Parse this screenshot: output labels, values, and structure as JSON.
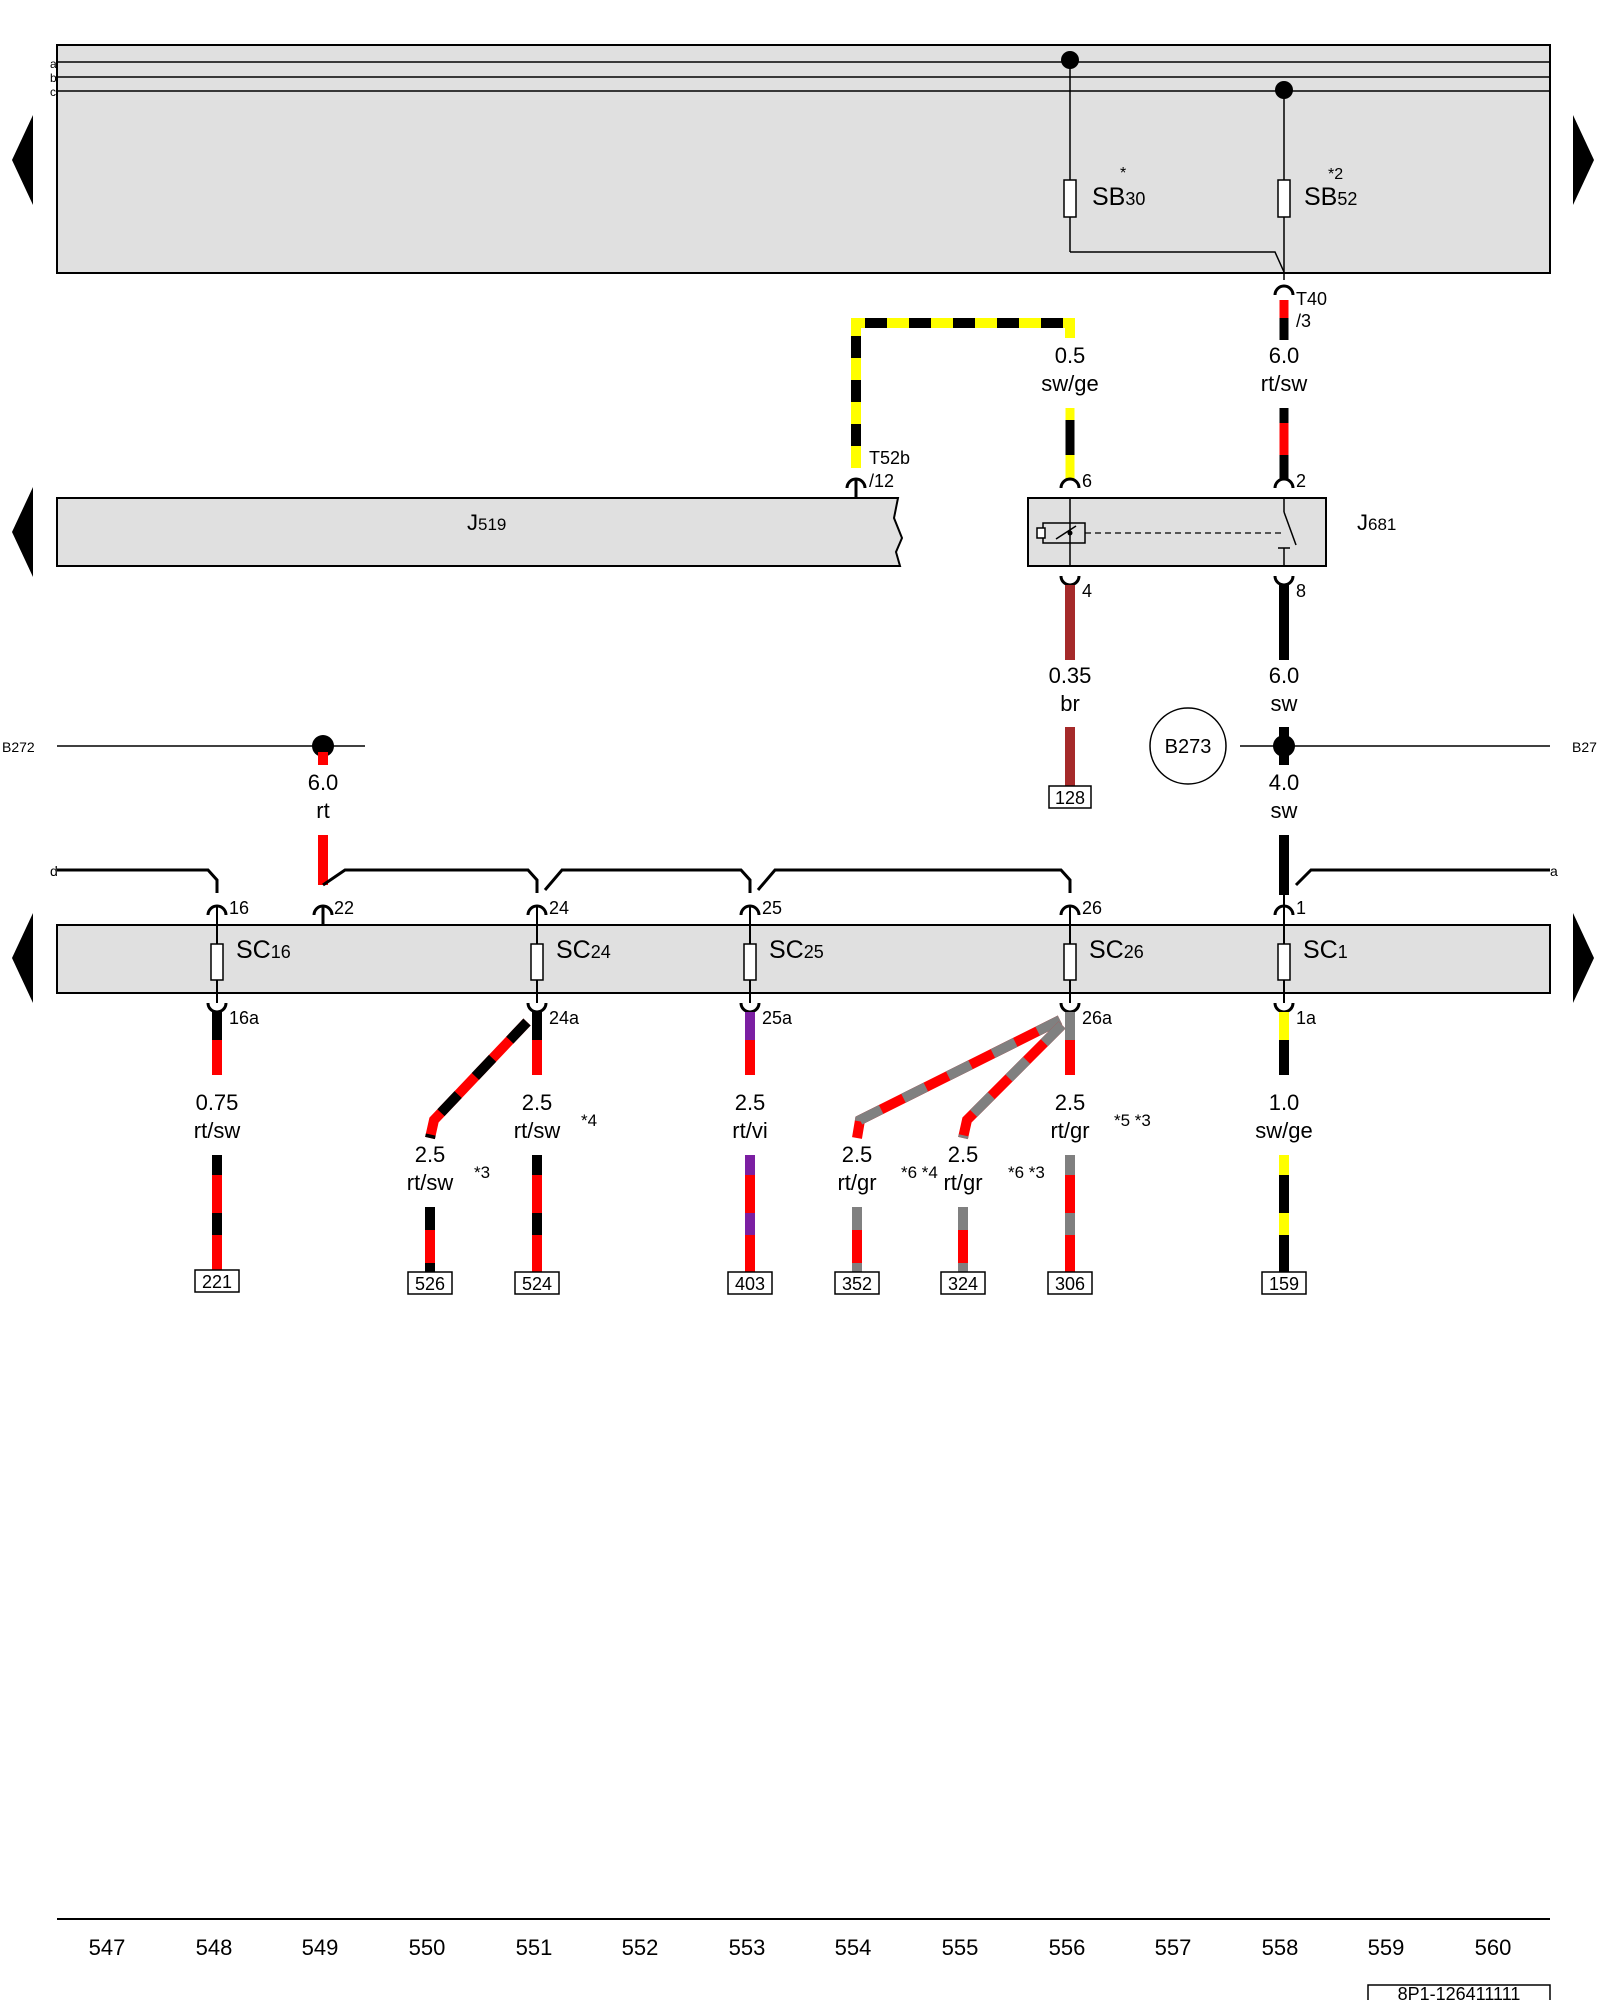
{
  "bus_labels": {
    "a": "a",
    "b": "b",
    "c": "c"
  },
  "top_fuses": {
    "sb30": {
      "name": "SB",
      "sub": "30",
      "note": "*"
    },
    "sb52": {
      "name": "SB",
      "sub": "52",
      "note": "*2"
    }
  },
  "connectors": {
    "t40": {
      "name": "T40",
      "pin": "/3"
    },
    "t52b": {
      "name": "T52b",
      "pin": "/12"
    }
  },
  "components": {
    "j519": {
      "name": "J",
      "sub": "519"
    },
    "j681": {
      "name": "J",
      "sub": "681",
      "pins": [
        "6",
        "2",
        "4",
        "8"
      ]
    }
  },
  "wires": {
    "w_sw_ge_top": {
      "size": "0.5",
      "color": "sw/ge"
    },
    "w_rt_sw_top": {
      "size": "6.0",
      "color": "rt/sw"
    },
    "w_br": {
      "size": "0.35",
      "color": "br"
    },
    "w_sw_mid": {
      "size": "6.0",
      "color": "sw"
    },
    "w_sw_low": {
      "size": "4.0",
      "color": "sw"
    },
    "w_rt": {
      "size": "6.0",
      "color": "rt"
    }
  },
  "ground_points": {
    "left": "B272",
    "center": "B273",
    "right": "B27"
  },
  "rail_ends": {
    "left": "d",
    "right": "a"
  },
  "fuse_carrier": {
    "fuses": [
      {
        "name": "SC",
        "sub": "16",
        "pin_in": "16",
        "pin_out": "16a"
      },
      {
        "name": "SC",
        "sub": "24",
        "pin_in": "24",
        "pin_out": "24a"
      },
      {
        "name": "SC",
        "sub": "25",
        "pin_in": "25",
        "pin_out": "25a"
      },
      {
        "name": "SC",
        "sub": "26",
        "pin_in": "26",
        "pin_out": "26a"
      },
      {
        "name": "SC",
        "sub": "1",
        "pin_in": "1",
        "pin_out": "1a"
      }
    ],
    "extra_pin": "22"
  },
  "outputs": [
    {
      "size": "0.75",
      "color": "rt/sw",
      "ref": "221",
      "note": ""
    },
    {
      "size": "2.5",
      "color": "rt/sw",
      "ref": "526",
      "note": "*3"
    },
    {
      "size": "2.5",
      "color": "rt/sw",
      "ref": "524",
      "note": "*4"
    },
    {
      "size": "2.5",
      "color": "rt/vi",
      "ref": "403",
      "note": ""
    },
    {
      "size": "2.5",
      "color": "rt/gr",
      "ref": "352",
      "note": "*6 *4"
    },
    {
      "size": "2.5",
      "color": "rt/gr",
      "ref": "324",
      "note": "*6 *3"
    },
    {
      "size": "2.5",
      "color": "rt/gr",
      "ref": "306",
      "note": "*5 *3"
    },
    {
      "size": "1.0",
      "color": "sw/ge",
      "ref": "159",
      "note": ""
    }
  ],
  "ref_128": "128",
  "columns": [
    "547",
    "548",
    "549",
    "550",
    "551",
    "552",
    "553",
    "554",
    "555",
    "556",
    "557",
    "558",
    "559",
    "560"
  ],
  "drawing_id": "8P1-126411111",
  "palette": {
    "red": "#ff0000",
    "black": "#000000",
    "yellow": "#ffff00",
    "brown": "#a52a2a",
    "grey": "#808080",
    "violet": "#7b1fa2",
    "panel": "#e0e0e0"
  }
}
